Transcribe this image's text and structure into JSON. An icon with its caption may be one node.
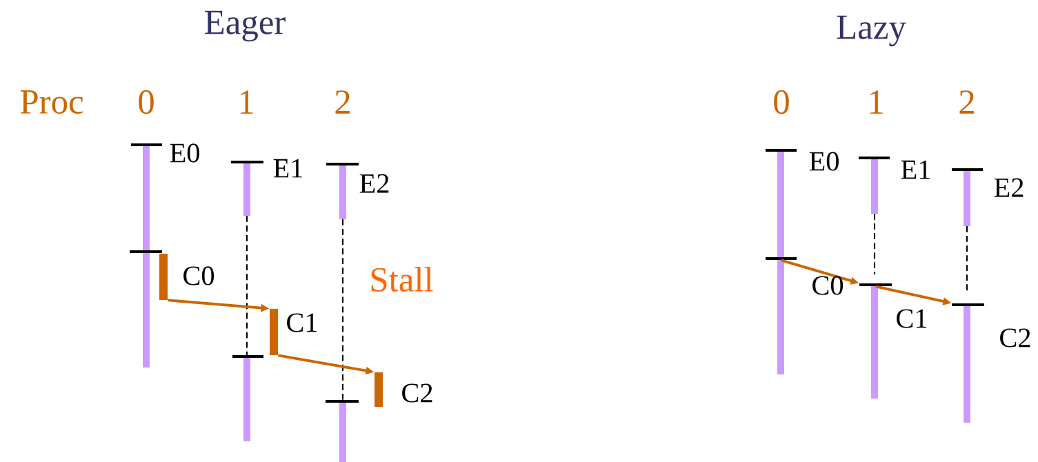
{
  "diagram": {
    "nodes": [
      {
        "text": [],
        "shape": "bar",
        "beside": [
          "C0"
        ]
      },
      {
        "text": [],
        "shape": "bar",
        "beside": [
          "C1"
        ]
      },
      {
        "text": [],
        "shape": "bar",
        "beside": [
          "C2"
        ]
      },
      {
        "text": [],
        "shape": "bar"
      },
      {
        "text": [],
        "shape": "bar",
        "beside": [
          "C0",
          "C1"
        ]
      },
      {
        "text": [],
        "shape": "bar",
        "beside": [
          "C2"
        ]
      }
    ],
    "edges": [
      {
        "from": 0,
        "to": 1,
        "arrow": "to"
      },
      {
        "from": 1,
        "to": 2,
        "arrow": "to"
      },
      {
        "from": 3,
        "to": 4,
        "arrow": "to"
      },
      {
        "from": 4,
        "to": 5,
        "arrow": "to"
      }
    ],
    "labels": [
      "Eager",
      "Lazy",
      "Proc",
      "0",
      "1",
      "2",
      "0",
      "1",
      "2",
      "E0",
      "E1",
      "E2",
      "Stall",
      "E0",
      "E1",
      "E2"
    ]
  }
}
